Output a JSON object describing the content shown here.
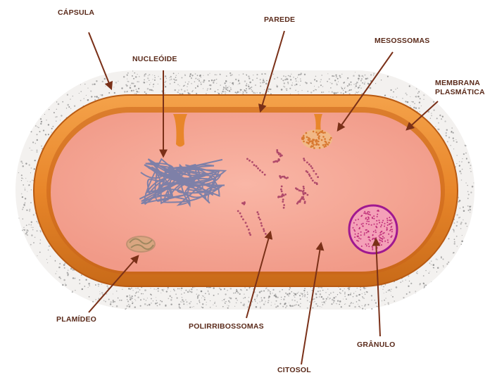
{
  "diagram": {
    "labels": {
      "capsula": "CÁPSULA",
      "parede": "PAREDE",
      "mesossomas": "MESOSSOMAS",
      "nucleoide": "NUCLEÓIDE",
      "membrana_1": "MEMBRANA",
      "membrana_2": "PLASMÁTICA",
      "plasmideo": "PLAMÍDEO",
      "polirribossomas": "POLIRRIBOSSOMAS",
      "granulo": "GRÂNULO",
      "citosol": "CITOSOL"
    },
    "colors": {
      "wall": "#e8862a",
      "wall_dark": "#b85a12",
      "cytoplasm": "#f6a898",
      "capsule_dots": "#8a8a8a",
      "nucleoid": "#7e80a8",
      "ribosome": "#b04a6a",
      "granule": "#a01890",
      "mesosome": "#e8a050",
      "plasmid": "#a08860",
      "label_text": "#5a2a1a",
      "leader_line": "#7a3018"
    }
  }
}
